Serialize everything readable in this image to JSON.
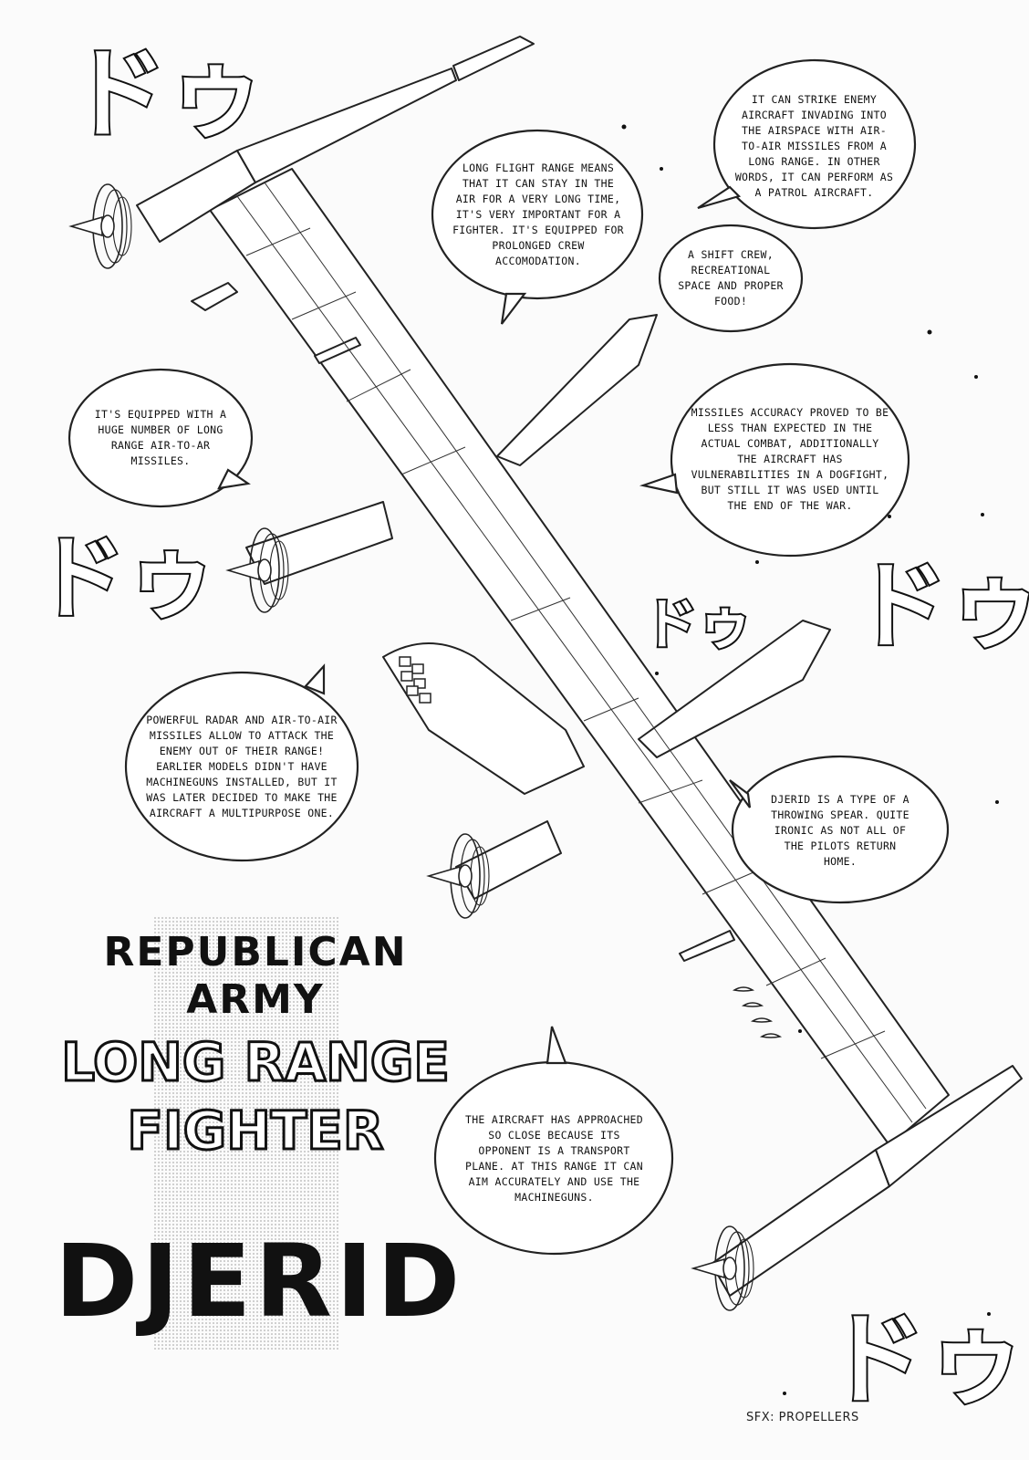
{
  "bubbles": [
    {
      "id": "patrol",
      "text": "It can strike enemy aircraft invading into the airspace with air-to-air missiles from a long range. In other words, it can perform as a patrol aircraft."
    },
    {
      "id": "flight-range",
      "text": "Long flight range means that it can stay in the air for a very long time, it's very important for a fighter. It's equipped for prolonged crew accomodation."
    },
    {
      "id": "shift-crew",
      "text": "A shift crew, recreational space and proper food!"
    },
    {
      "id": "missiles-count",
      "text": "It's equipped with a huge number of long range air-to-ar missiles."
    },
    {
      "id": "accuracy",
      "text": "Missiles accuracy proved to be less than expected in the actual combat, additionally the aircraft has vulnerabilities in a dogfight, but still it was used until the end of the war."
    },
    {
      "id": "radar",
      "text": "Powerful radar and air-to-air missiles allow to attack the enemy out of their range! Earlier models didn't have machineguns installed, but it was later decided to make the aircraft a multipurpose one."
    },
    {
      "id": "djerid-name",
      "text": "Djerid is a type of a throwing spear. Quite ironic as not all of the pilots return home."
    },
    {
      "id": "approach",
      "text": "The aircraft has approached so close because its opponent is a transport plane. At this range it can aim accurately and use the machineguns."
    }
  ],
  "title": {
    "line1": "REPUBLICAN",
    "line2": "ARMY",
    "line3": "LONG RANGE",
    "line4": "FIGHTER",
    "line5": "DJERID"
  },
  "sfx": {
    "glyph": "ドゥ",
    "note": "SFX: PROPELLERS"
  }
}
